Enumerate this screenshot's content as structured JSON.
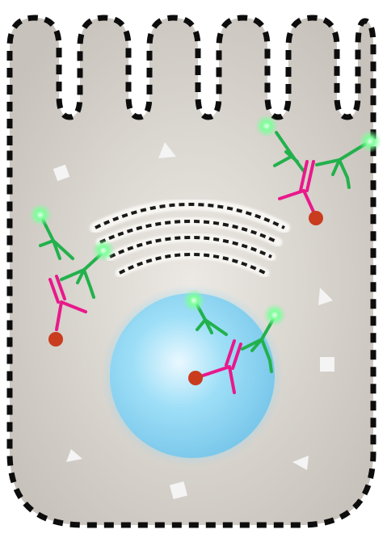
{
  "figure": {
    "background": "#ffffff",
    "cell": {
      "fill_center": "#ece9e4",
      "fill_edge": "#c8c3bc",
      "membrane_color": "#0d0d0d"
    },
    "nucleus": {
      "fill_center": "#e3f5ff",
      "fill_mid": "#8fd8f5",
      "fill_edge": "#7cc9ec"
    },
    "golgi": {
      "color": "#1a1a1a",
      "fill": "#f6f4ef"
    },
    "antibody_complexes": [
      {
        "name": "complex-top-right",
        "primary_color": "#e8198b",
        "secondary_color": "#22b14c",
        "fluor_color": "#7dff9a",
        "enzyme_color": "#c93c1e"
      },
      {
        "name": "complex-left",
        "primary_color": "#e8198b",
        "secondary_color": "#22b14c",
        "fluor_color": "#7dff9a",
        "enzyme_color": "#c93c1e"
      },
      {
        "name": "complex-nucleus",
        "primary_color": "#e8198b",
        "secondary_color": "#22b14c",
        "fluor_color": "#7dff9a",
        "enzyme_color": "#c93c1e"
      }
    ],
    "particles": {
      "color": "#f4f4f4"
    }
  }
}
